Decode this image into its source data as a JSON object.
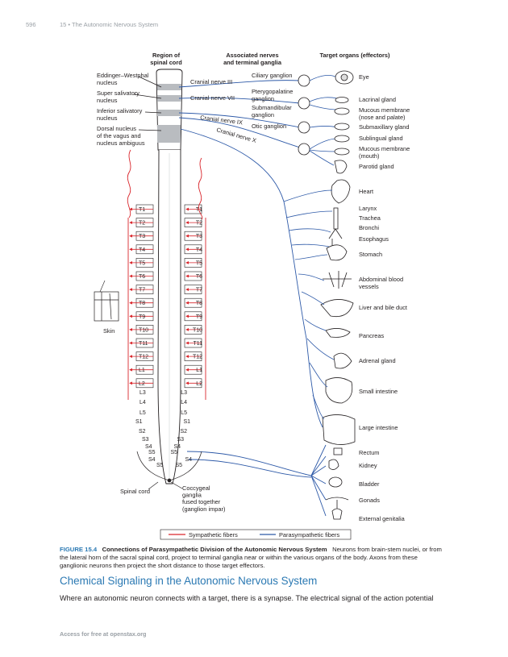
{
  "page_header": {
    "page_number": "596",
    "chapter": "15 • The Autonomic Nervous System"
  },
  "figure": {
    "headers": {
      "region_line1": "Region of",
      "region_line2": "spinal cord",
      "nerves_line1": "Associated nerves",
      "nerves_line2": "and terminal ganglia",
      "targets": "Target organs (effectors)"
    },
    "brainstem_nuclei": [
      [
        "Eddinger–Westphal",
        "nucleus"
      ],
      [
        "Super salivatory",
        "nucleus"
      ],
      [
        "Inferior salivatory",
        "nucleus"
      ],
      [
        "Dorsal nucleus",
        "of the vagus and",
        "nucleus ambiguus"
      ]
    ],
    "cranial_nerves": [
      "Cranial nerve III",
      "Cranial nerve VII",
      "Cranial nerve IX",
      "Cranial nerve X"
    ],
    "ganglia": [
      [
        "Ciliary ganglion"
      ],
      [
        "Pterygopalatine",
        "ganglion"
      ],
      [
        "Submandibular",
        "ganglion"
      ],
      [
        "Otic ganglion"
      ]
    ],
    "organs": [
      [
        "Eye"
      ],
      [
        "Lacrinal gland"
      ],
      [
        "Mucous membrane",
        "(nose and palate)"
      ],
      [
        "Submaxillary gland"
      ],
      [
        "Sublingual gland"
      ],
      [
        "Mucous membrane",
        "(mouth)"
      ],
      [
        "Parotid gland"
      ],
      [
        "Heart"
      ],
      [
        "Larynx"
      ],
      [
        "Trachea"
      ],
      [
        "Bronchi"
      ],
      [
        "Esophagus"
      ],
      [
        "Stomach"
      ],
      [
        "Abdominal blood",
        "vessels"
      ],
      [
        "Liver and bile duct"
      ],
      [
        "Pancreas"
      ],
      [
        "Adrenal gland"
      ],
      [
        "Small intestine"
      ],
      [
        "Large intestine"
      ],
      [
        "Rectum"
      ],
      [
        "Kidney"
      ],
      [
        "Bladder"
      ],
      [
        "Gonads"
      ],
      [
        "External genitalia"
      ]
    ],
    "segments_left": [
      "T1",
      "T2",
      "T3",
      "T4",
      "T5",
      "T6",
      "T7",
      "T8",
      "T9",
      "T10",
      "T11",
      "T12",
      "L1",
      "L2",
      "L3",
      "L4",
      "L5",
      "S1",
      "S2",
      "S3",
      "S4",
      "S5"
    ],
    "segments_right": [
      "T1",
      "T2",
      "T3",
      "T4",
      "T5",
      "T6",
      "T7",
      "T8",
      "T9",
      "T10",
      "T11",
      "T12",
      "L1",
      "L2",
      "L3",
      "L4",
      "L5",
      "S1",
      "S2",
      "S3",
      "S4",
      "S5"
    ],
    "skin_label": "Skin",
    "spinal_cord_label": "Spinal cord",
    "coccygeal_label": [
      "Coccygeal",
      "ganglia",
      "fused together",
      "(ganglion impar)"
    ],
    "legend": {
      "sympathetic": "Sympathetic fibers",
      "parasympathetic": "Parasympathetic fibers",
      "sympathetic_color": "#d9262c",
      "parasympathetic_color": "#2e5aa8"
    }
  },
  "caption": {
    "number": "FIGURE 15.4",
    "title": "Connections of Parasympathetic Division of the Autonomic Nervous System",
    "text": "Neurons from brain-stem nuclei, or from the lateral horn of the sacral spinal cord, project to terminal ganglia near or within the various organs of the body. Axons from these ganglionic neurons then project the short distance to those target effectors."
  },
  "section_title": "Chemical Signaling in the Autonomic Nervous System",
  "body_text": "Where an autonomic neuron connects with a target, there is a synapse. The electrical signal of the action potential",
  "footer": "Access for free at openstax.org"
}
